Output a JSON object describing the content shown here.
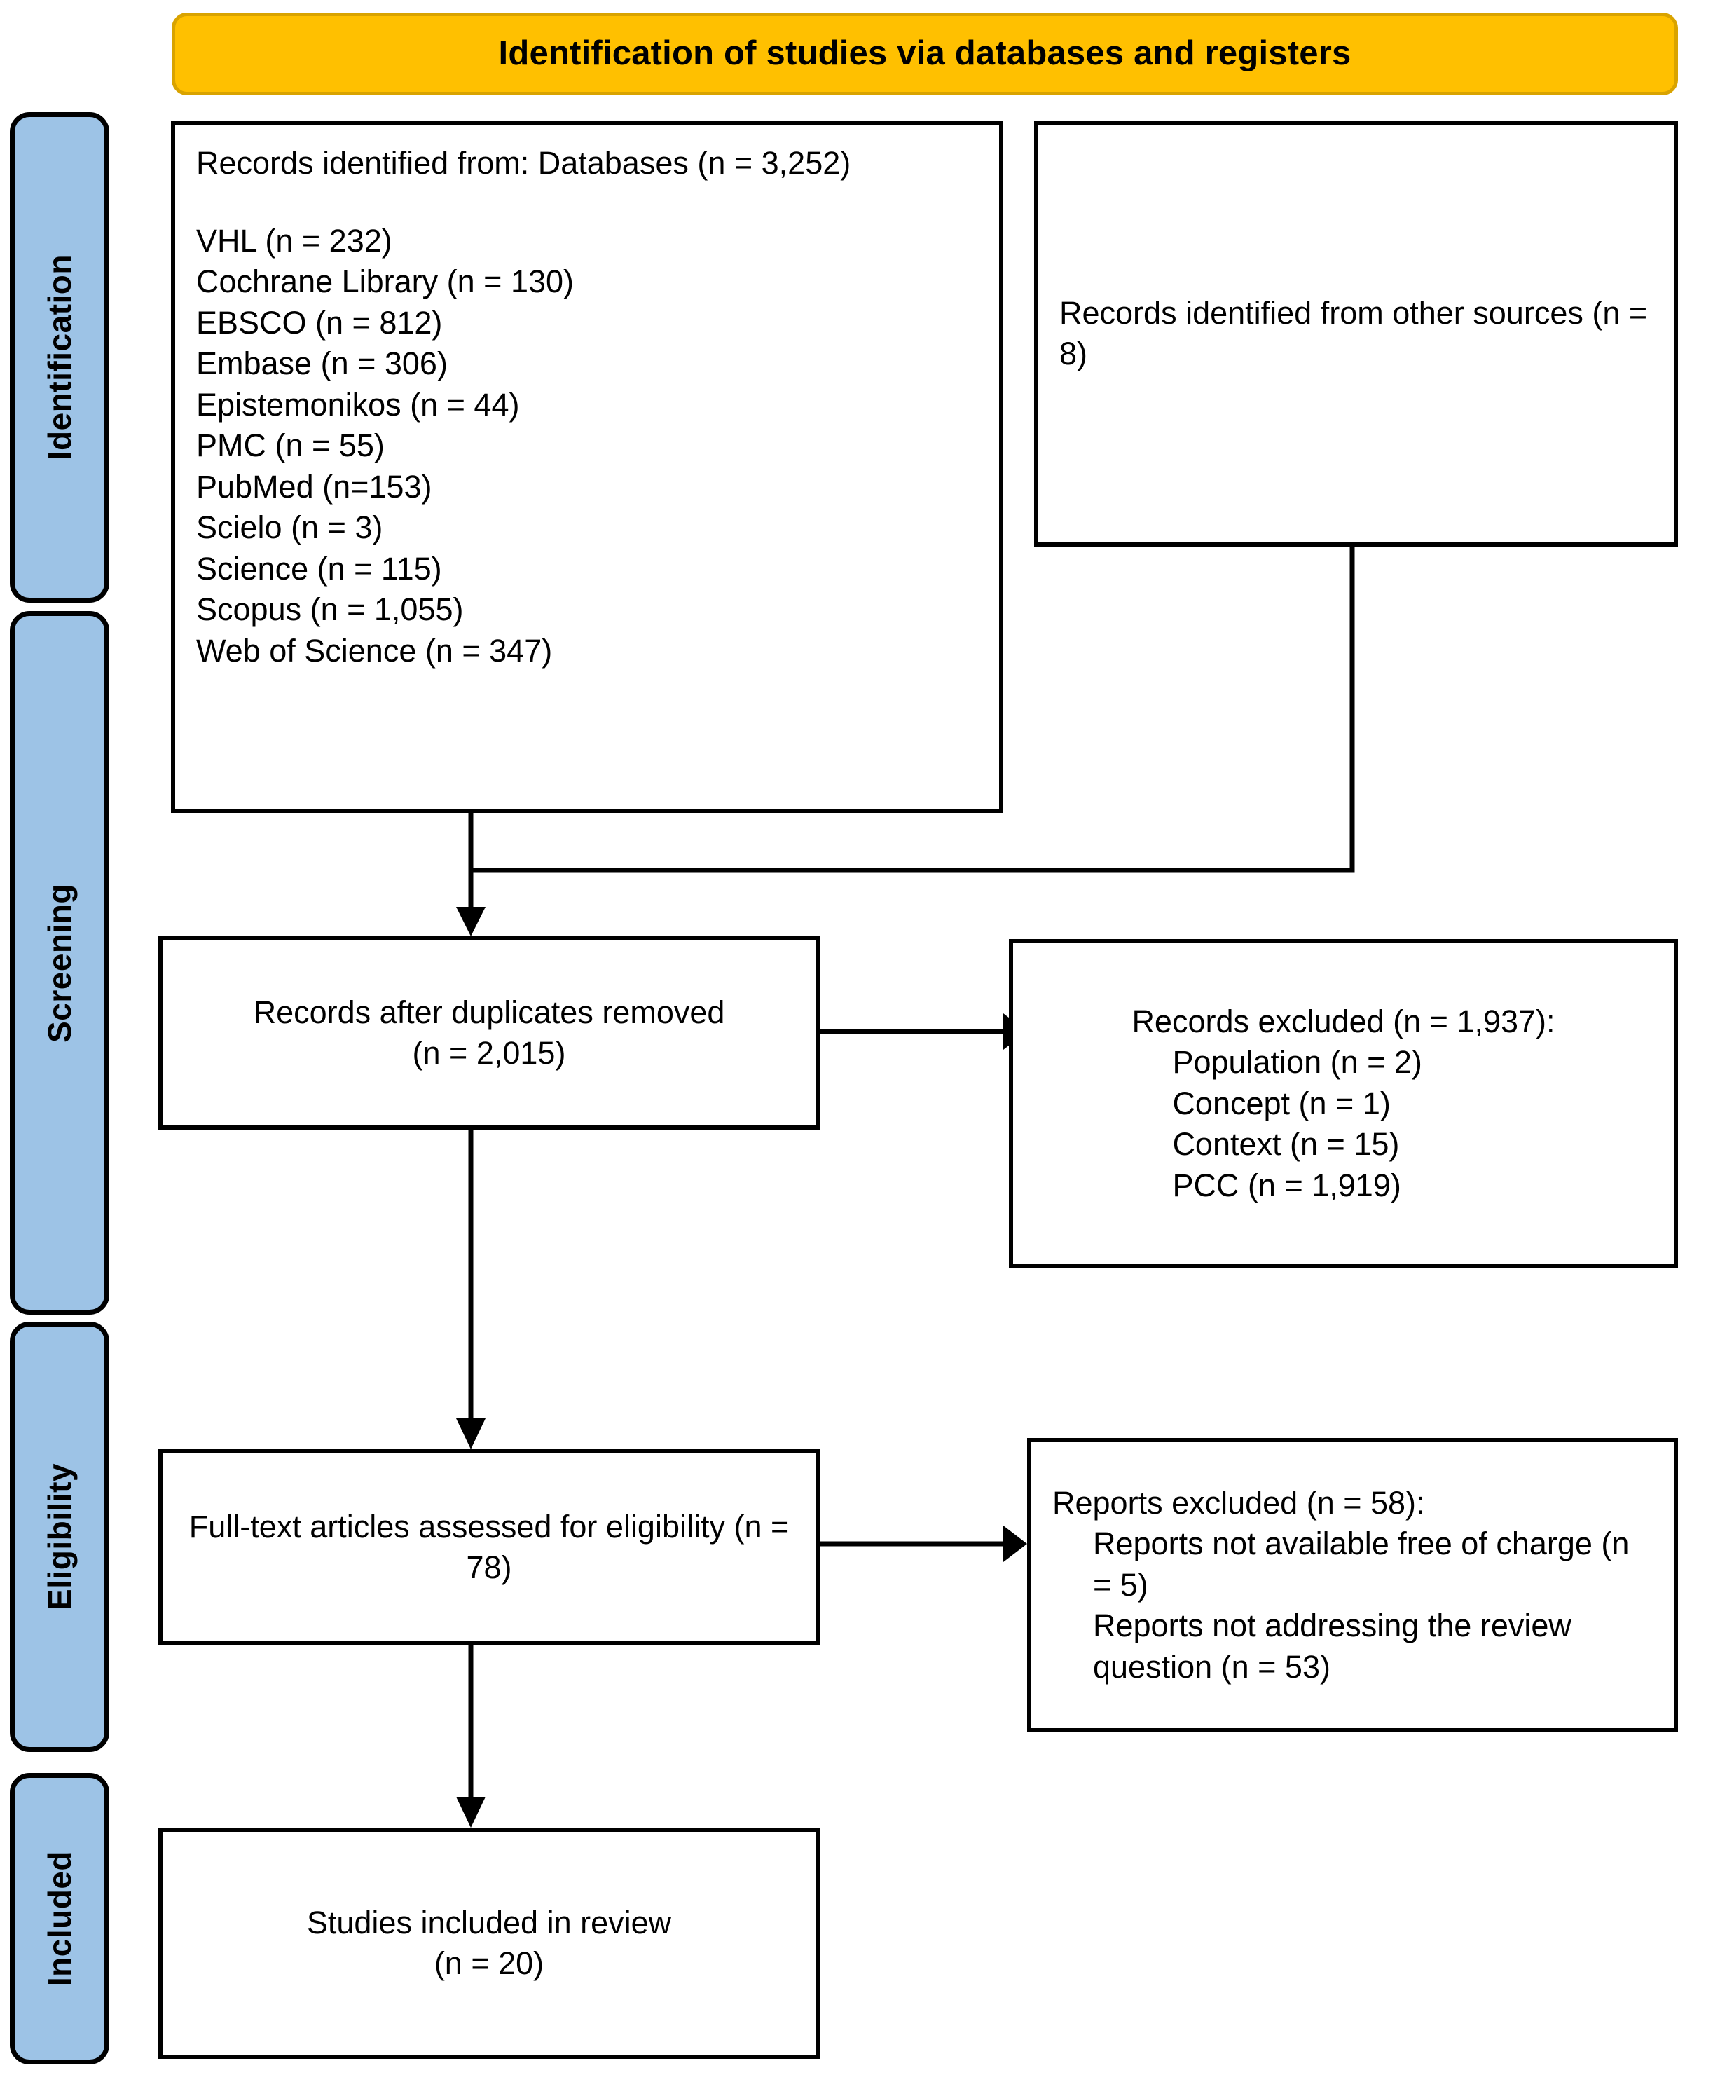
{
  "banner": {
    "title": "Identification of studies via databases and registers"
  },
  "stages": [
    {
      "label": "Identification"
    },
    {
      "label": "Screening"
    },
    {
      "label": "Eligibility"
    },
    {
      "label": "Included"
    }
  ],
  "boxes": {
    "databases": {
      "heading": "Records identified from: Databases (n = 3,252)",
      "sources": [
        "VHL (n = 232)",
        "Cochrane Library (n = 130)",
        "EBSCO (n = 812)",
        "Embase (n = 306)",
        "Epistemonikos (n = 44)",
        "PMC (n = 55)",
        "PubMed (n=153)",
        "Scielo (n = 3)",
        "Science (n = 115)",
        "Scopus (n = 1,055)",
        "Web of Science (n = 347)"
      ]
    },
    "other_sources": {
      "text": "Records identified from other sources (n = 8)"
    },
    "after_duplicates": {
      "text": "Records after duplicates removed\n(n = 2,015)"
    },
    "records_excluded": {
      "heading": "Records excluded (n = 1,937):",
      "reasons": [
        "Population (n = 2)",
        "Concept (n = 1)",
        "Context (n = 15)",
        "PCC (n = 1,919)"
      ]
    },
    "full_text": {
      "text": "Full-text articles assessed for eligibility (n = 78)"
    },
    "reports_excluded": {
      "heading": "Reports excluded (n = 58):",
      "reasons": [
        "Reports not available free of charge (n = 5)",
        "Reports not addressing the review question (n = 53)"
      ]
    },
    "included": {
      "text": "Studies included in review\n(n = 20)"
    }
  },
  "colors": {
    "banner_fill": "#FFC000",
    "banner_border": "#D9A300",
    "stage_fill": "#9DC3E6",
    "line": "#000000",
    "box_fill": "#FFFFFF"
  }
}
